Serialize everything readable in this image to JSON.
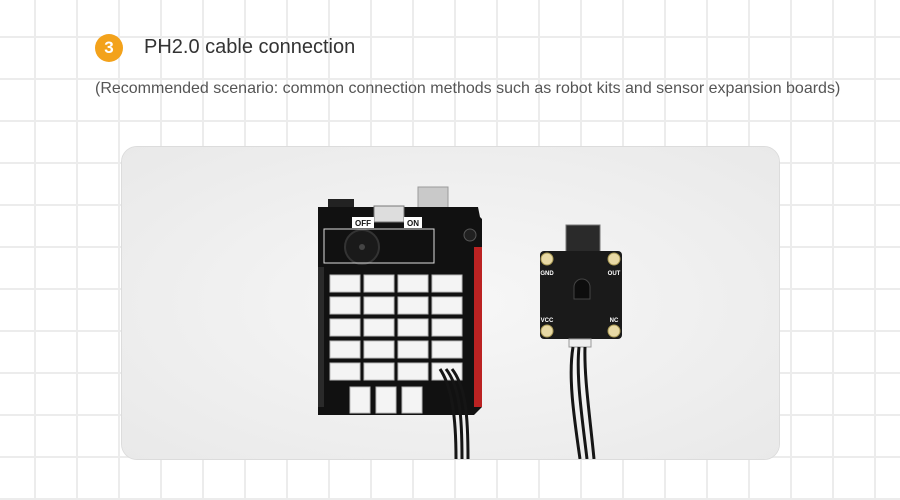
{
  "step": {
    "number": "3",
    "title": "PH2.0 cable connection",
    "subtitle": "(Recommended scenario: common connection methods such as robot kits and sensor expansion boards)"
  },
  "photo": {
    "board_labels": {
      "switch_off": "OFF",
      "switch_on": "ON"
    },
    "module_labels": {
      "gnd": "GND",
      "out": "OUT",
      "vcc": "VCC",
      "nc": "NC"
    }
  },
  "colors": {
    "badge": "#f3a21b",
    "grid_line": "#ececec"
  }
}
